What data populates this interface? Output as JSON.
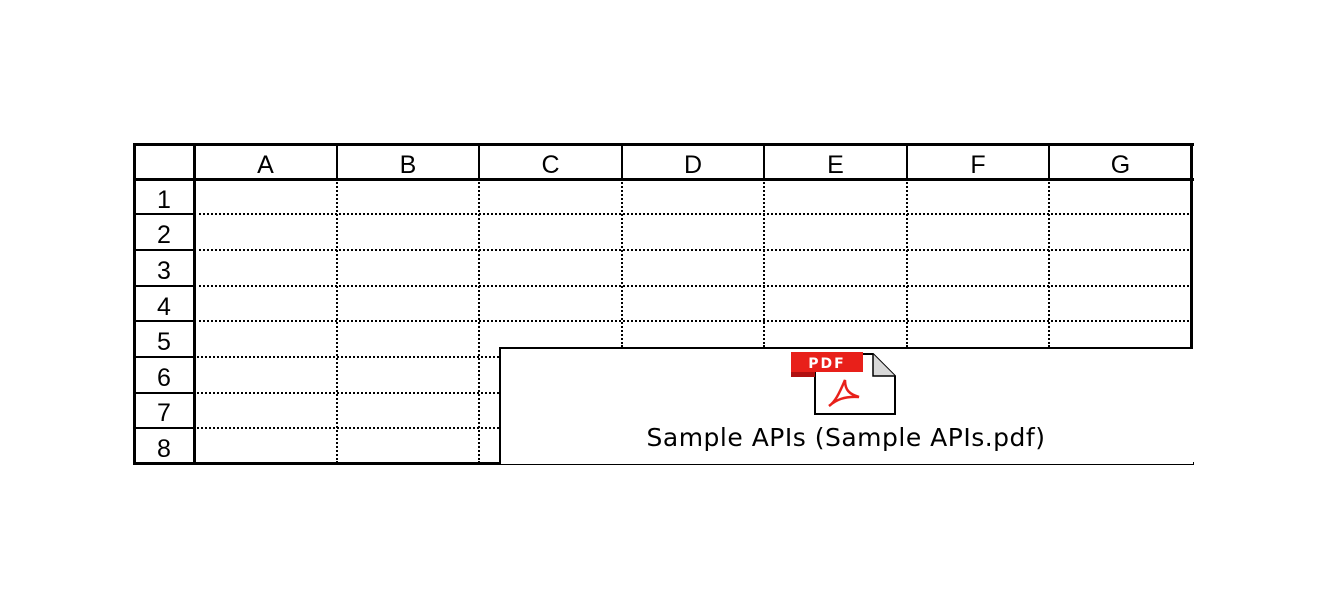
{
  "spreadsheet": {
    "columns": [
      "A",
      "B",
      "C",
      "D",
      "E",
      "F",
      "G"
    ],
    "rows": [
      "1",
      "2",
      "3",
      "4",
      "5",
      "6",
      "7",
      "8"
    ]
  },
  "embedded_object": {
    "icon": "pdf-file-icon",
    "icon_badge": "PDF",
    "badge_color": "#e8201a",
    "caption": "Sample APIs (Sample APIs.pdf)"
  }
}
